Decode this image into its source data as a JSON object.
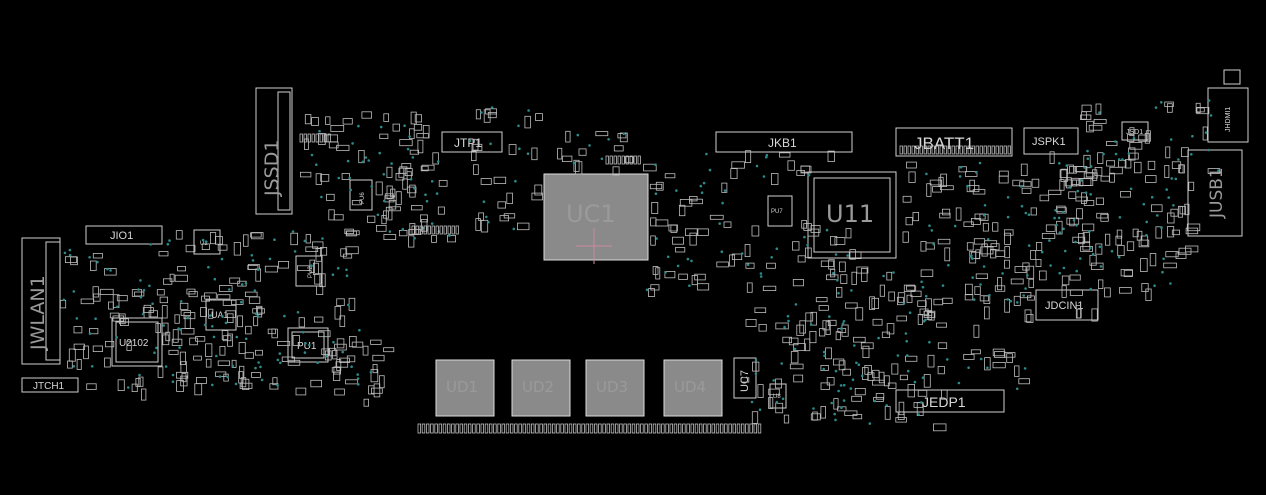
{
  "labels": {
    "uc1": "UC1",
    "u11": "U11",
    "jssd1": "JSSD1",
    "jwlan1": "JWLAN1",
    "jio1": "JIO1",
    "jtp1": "JTP1",
    "jkb1": "JKB1",
    "jbatt1": "JBATT1",
    "jspk1": "JSPK1",
    "jusb1": "JUSB1",
    "jhdmi1": "JHDMI1",
    "jdcin1": "JDCIN1",
    "jedp1": "JEDP1",
    "jtch1": "JTCH1",
    "u2102": "U2102",
    "ua1": "UA1",
    "pu1": "PU1",
    "ud1": "UD1",
    "ud2": "UD2",
    "ud3": "UD3",
    "ud4": "UD4",
    "uc7": "UC7",
    "jsd1": "JSD1",
    "u2_small": "U2",
    "u8": "U8",
    "pu2": "PU2",
    "pu6": "PU6",
    "pu7": "PU7"
  },
  "colors": {
    "background": "#000000",
    "outline": "#cfcfcf",
    "via": "#2b8a8a",
    "bga_fill": "#8a8a8a",
    "crosshair": "#c98aa0"
  }
}
